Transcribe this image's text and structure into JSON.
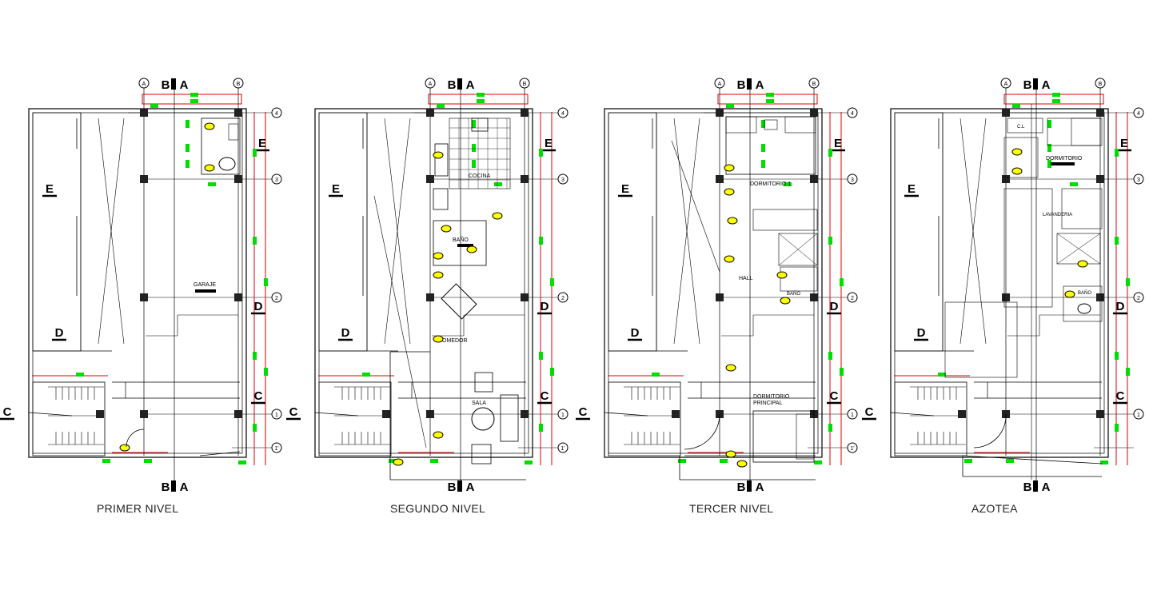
{
  "plans": [
    {
      "caption": "PRIMER NIVEL",
      "section_top": "B",
      "section_top_b": "A",
      "section_bottom": "B",
      "section_bottom_b": "A",
      "axis_left": "A",
      "axis_right": "B",
      "axis_4": "4",
      "axis_3": "3",
      "axis_2": "2",
      "axis_1": "1",
      "axis_1p": "1'",
      "cut_e": "E",
      "cut_d": "D",
      "cut_c": "C",
      "rooms": [
        "GARAJE"
      ]
    },
    {
      "caption": "SEGUNDO NIVEL",
      "section_top": "B",
      "section_top_b": "A",
      "section_bottom": "B",
      "section_bottom_b": "A",
      "axis_left": "A",
      "axis_right": "B",
      "axis_4": "4",
      "axis_3": "3",
      "axis_2": "2",
      "axis_1": "1",
      "axis_1p": "1'",
      "cut_e": "E",
      "cut_d": "D",
      "cut_c": "C",
      "rooms": [
        "COCINA",
        "BAÑO",
        "COMEDOR",
        "SALA"
      ]
    },
    {
      "caption": "TERCER NIVEL",
      "section_top": "B",
      "section_top_b": "A",
      "section_bottom": "B",
      "section_bottom_b": "A",
      "axis_left": "A",
      "axis_right": "B",
      "axis_4": "4",
      "axis_3": "3",
      "axis_2": "2",
      "axis_1": "1",
      "axis_1p": "1'",
      "cut_e": "E",
      "cut_d": "D",
      "cut_c": "C",
      "rooms": [
        "DORMITORIO 1",
        "HALL",
        "BAÑO",
        "DORMITORIO",
        "PRINCIPAL"
      ]
    },
    {
      "caption": "AZOTEA",
      "section_top": "B",
      "section_top_b": "A",
      "section_bottom": "B",
      "section_bottom_b": "A",
      "axis_left": "A",
      "axis_right": "B",
      "axis_4": "4",
      "axis_3": "3",
      "axis_2": "2",
      "axis_1": "1",
      "axis_1p": "",
      "cut_e": "E",
      "cut_d": "D",
      "cut_c": "C",
      "rooms": [
        "C.L",
        "DORMITORIO",
        "LAVANDERIA",
        "BAÑO"
      ]
    }
  ],
  "colors": {
    "wall": "#000000",
    "dimension": "#e00000",
    "marker_green": "#00dd00",
    "fixture_yellow": "#ffff00"
  }
}
